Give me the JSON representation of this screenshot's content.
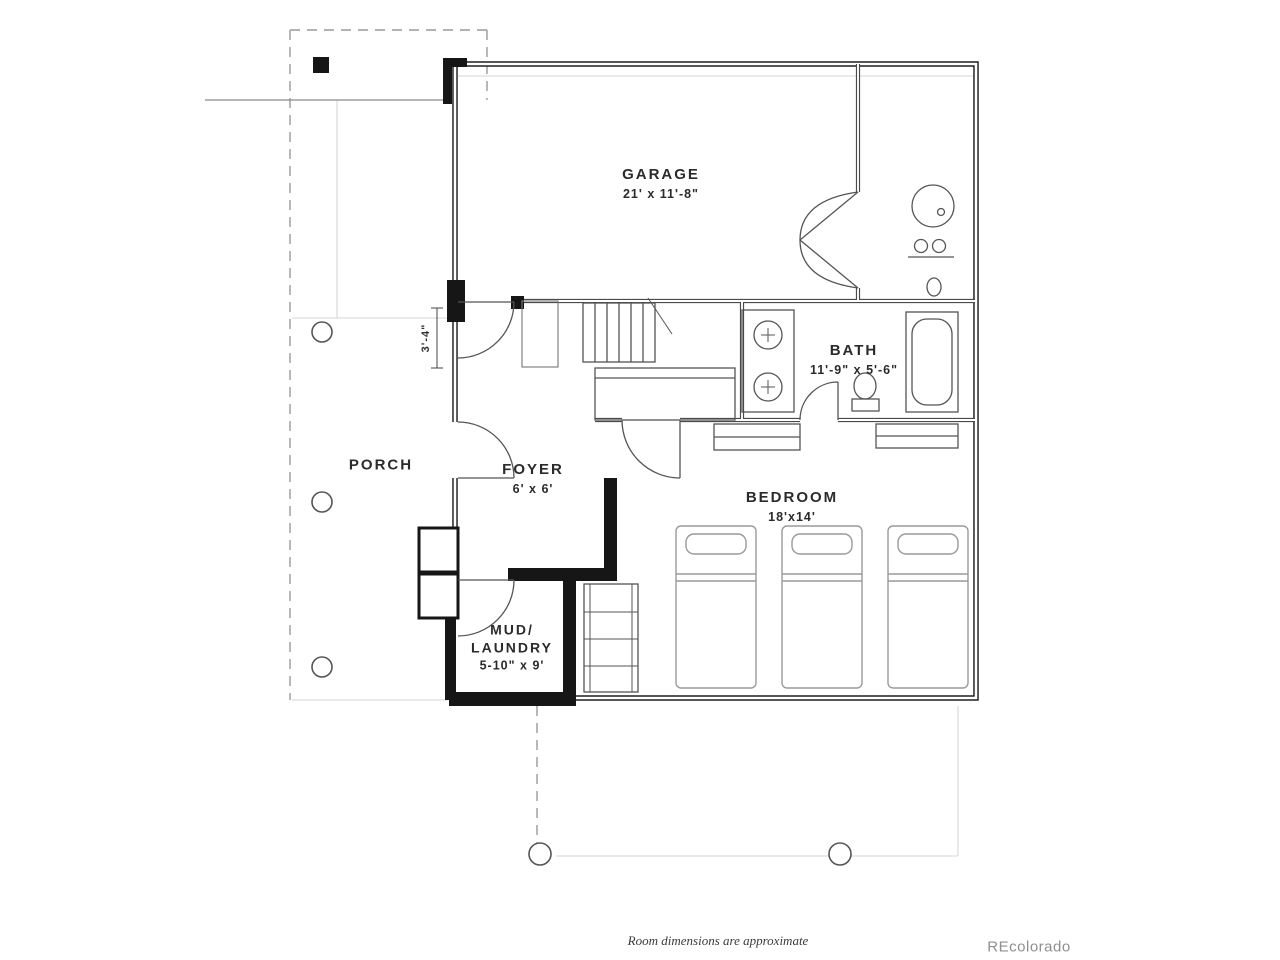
{
  "meta": {
    "footer_note": "Room dimensions are approximate",
    "watermark": "REcolorado"
  },
  "rooms": {
    "garage": {
      "name": "GARAGE",
      "dims": "21' x 11'-8\""
    },
    "bath": {
      "name": "BATH",
      "dims": "11'-9\" x 5'-6\""
    },
    "bedroom": {
      "name": "BEDROOM",
      "dims": "18'x14'"
    },
    "foyer": {
      "name": "FOYER",
      "dims": "6' x 6'"
    },
    "porch": {
      "name": "PORCH"
    },
    "mud_laundry": {
      "line1": "MUD/",
      "line2": "LAUNDRY",
      "dims": "5-10\" x 9'"
    }
  },
  "dimensions": {
    "entry_width": "3'-4\""
  },
  "colors": {
    "wall": "#1f1f1f",
    "interior_line": "#4a4a4a",
    "light_line": "#9a9a9a",
    "dashed_line": "#9a9a9a"
  }
}
